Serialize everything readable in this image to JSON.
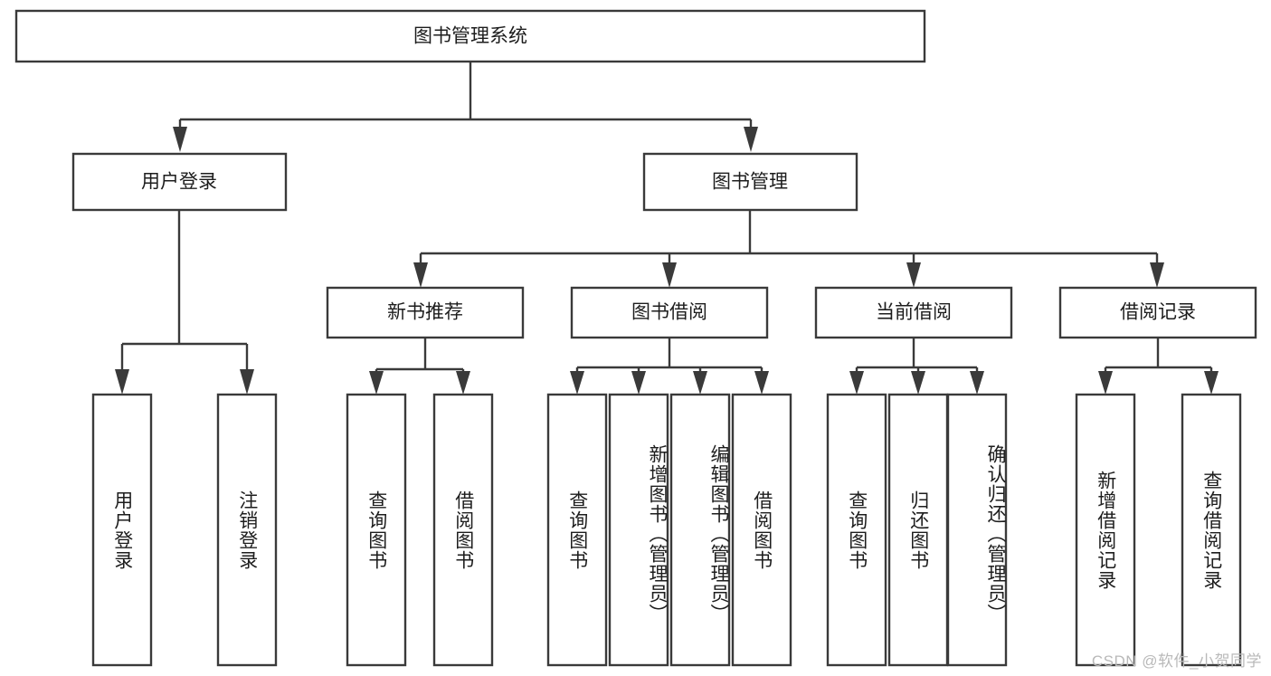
{
  "diagram": {
    "title": "图书管理系统",
    "type": "tree-hierarchy",
    "root": {
      "label": "图书管理系统"
    },
    "level2": [
      {
        "label": "用户登录"
      },
      {
        "label": "图书管理"
      }
    ],
    "level3": [
      {
        "label": "新书推荐"
      },
      {
        "label": "图书借阅"
      },
      {
        "label": "当前借阅"
      },
      {
        "label": "借阅记录"
      }
    ],
    "leaves": {
      "user_login": [
        {
          "label": "用户登录"
        },
        {
          "label": "注销登录"
        }
      ],
      "new_book_recommend": [
        {
          "label": "查询图书"
        },
        {
          "label": "借阅图书"
        }
      ],
      "book_borrow": [
        {
          "label": "查询图书"
        },
        {
          "label": "新增图书（管理员）"
        },
        {
          "label": "编辑图书（管理员）"
        },
        {
          "label": "借阅图书"
        }
      ],
      "current_borrow": [
        {
          "label": "查询图书"
        },
        {
          "label": "归还图书"
        },
        {
          "label": "确认归还（管理员）"
        }
      ],
      "borrow_records": [
        {
          "label": "新增借阅记录"
        },
        {
          "label": "查询借阅记录"
        }
      ]
    }
  },
  "watermark": {
    "text": "CSDN @软件_小贺同学"
  },
  "colors": {
    "stroke": "#3a3a3a",
    "box_fill": "#ffffff",
    "text": "#1d1d1d",
    "watermark": "#b9b9b9",
    "background": "#ffffff"
  }
}
